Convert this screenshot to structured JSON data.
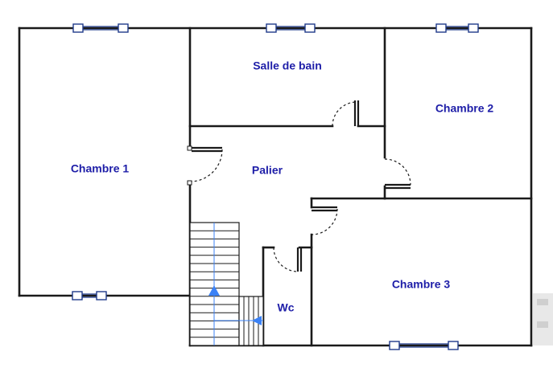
{
  "colors": {
    "wall": "#1a1a1a",
    "label": "#1e1ea8",
    "window": "#1f3a8a",
    "stair_arrow": "#3b82f6",
    "background": "#ffffff"
  },
  "rooms": [
    {
      "id": "chambre-1",
      "label": "Chambre 1"
    },
    {
      "id": "salle-de-bain",
      "label": "Salle de bain"
    },
    {
      "id": "chambre-2",
      "label": "Chambre 2"
    },
    {
      "id": "palier",
      "label": "Palier"
    },
    {
      "id": "chambre-3",
      "label": "Chambre 3"
    },
    {
      "id": "wc",
      "label": "Wc"
    }
  ],
  "icons": {
    "window": "window-icon",
    "door": "door-icon",
    "stair_arrow": "arrow-up-icon",
    "stair_arrow_left": "arrow-left-icon"
  }
}
